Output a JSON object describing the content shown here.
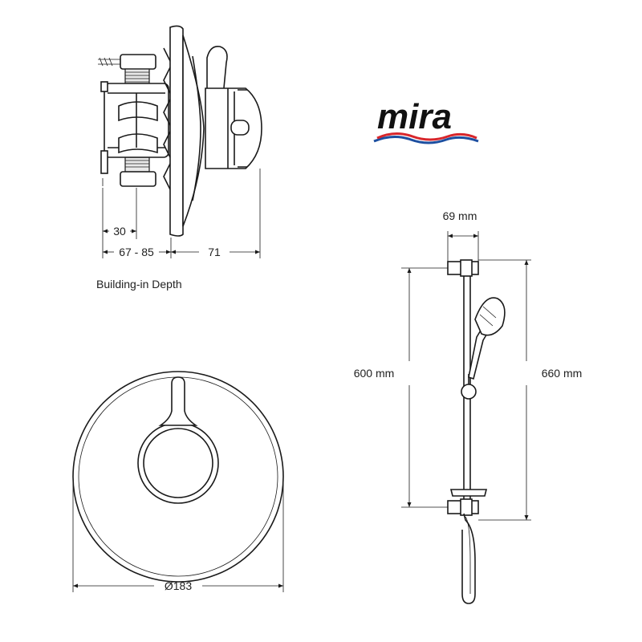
{
  "brand": {
    "logo_text": "mira",
    "wave_colors": [
      "#1d4fa0",
      "#d8262b"
    ]
  },
  "side_view": {
    "dim_small": "30",
    "dim_depth": "67 - 85",
    "dim_front": "71",
    "caption": "Building-in Depth"
  },
  "front_view": {
    "diameter": "Ø183"
  },
  "riser_rail": {
    "width_label": "69 mm",
    "height_inner_label": "600 mm",
    "height_outer_label": "660 mm"
  }
}
